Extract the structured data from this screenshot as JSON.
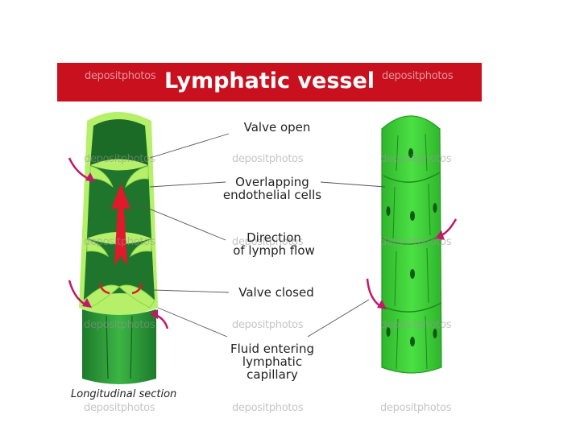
{
  "title": "Lymphatic vessel",
  "watermark": "depositphotos",
  "labels": {
    "valve_open": "Valve open",
    "overlapping_line1": "Overlapping",
    "overlapping_line2": "endothelial cells",
    "direction_line1": "Direction",
    "direction_line2": "of lymph flow",
    "valve_closed": "Valve closed",
    "fluid_line1": "Fluid entering",
    "fluid_line2": "lymphatic",
    "fluid_line3": "capillary"
  },
  "caption": "Longitudinal section",
  "colors": {
    "banner": "#c8101f",
    "dark_green": "#1e7a2e",
    "light_green": "#3fd13b",
    "endothelial_edge": "#b6f06a",
    "arrow": "#e0192b",
    "fluid_arrow": "#c2186a"
  }
}
